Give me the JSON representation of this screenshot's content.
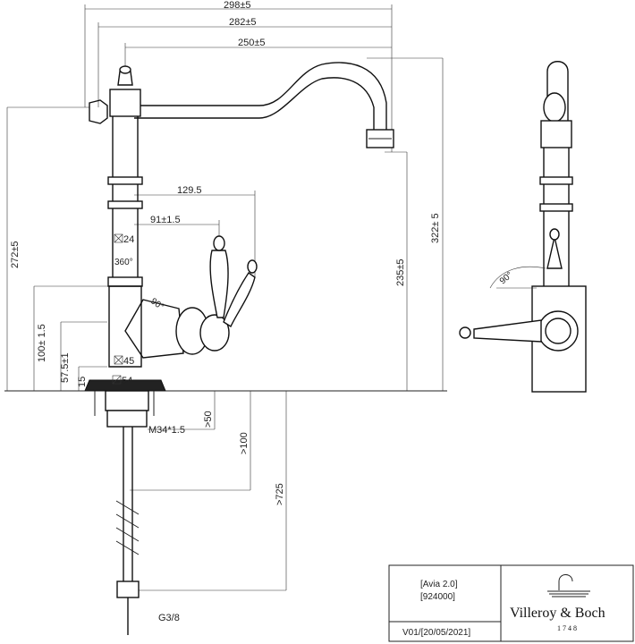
{
  "dimensions": {
    "overall_width": "298±5",
    "spout_width": "282±5",
    "spout_reach": "250±5",
    "handle_reach": "129.5",
    "handle_offset": "91±1.5",
    "wrench_size_top": "24",
    "rotation": "360°",
    "handle_angle": "90°",
    "handle_height": "100± 1.5",
    "base_height": "57.5±1",
    "base_thickness": "15",
    "wrench_size_base": "45",
    "base_diameter": "54",
    "thread": "M34*1.5",
    "min_clearance": ">50",
    "min_mount": ">100",
    "hose_length": ">725",
    "body_height": "272±5",
    "spout_height": "235±5",
    "total_height": "322± 5",
    "connection": "G3/8",
    "side_handle_angle": "90°"
  },
  "title_block": {
    "product": "[Avia 2.0]",
    "code": "[924000]",
    "version": "V01/[20/05/2021]",
    "brand": "Villeroy & Boch",
    "brand_year": "1748"
  }
}
